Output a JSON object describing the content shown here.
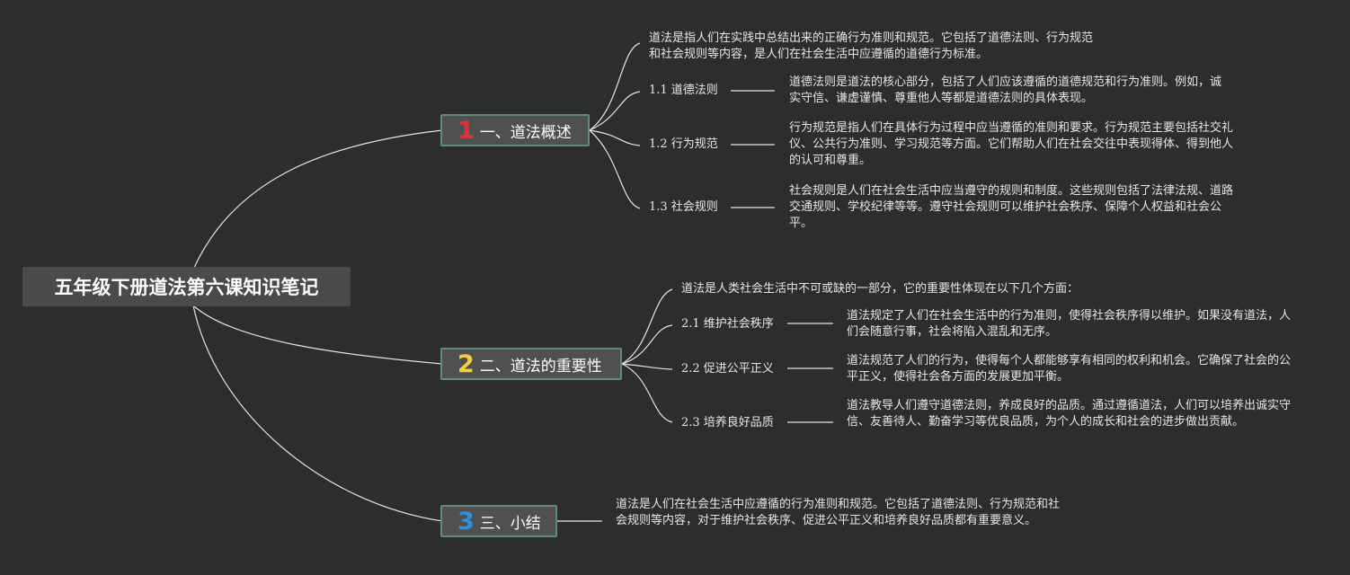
{
  "root": {
    "title": "五年级下册道法第六课知识笔记"
  },
  "branches": [
    {
      "num": "1",
      "num_color": "#e0323c",
      "label": "一、道法概述",
      "intro": "道法是指人们在实践中总结出来的正确行为准则和规范。它包括了道德法则、行为规范和社会规则等内容，是人们在社会生活中应遵循的道德行为标准。",
      "subs": [
        {
          "label": "1.1 道德法则",
          "text": "道德法则是道法的核心部分，包括了人们应该遵循的道德规范和行为准则。例如，诚实守信、谦虚谨慎、尊重他人等都是道德法则的具体表现。"
        },
        {
          "label": "1.2 行为规范",
          "text": "行为规范是指人们在具体行为过程中应当遵循的准则和要求。行为规范主要包括社交礼仪、公共行为准则、学习规范等方面。它们帮助人们在社会交往中表现得体、得到他人的认可和尊重。"
        },
        {
          "label": "1.3 社会规则",
          "text": "社会规则是人们在社会生活中应当遵守的规则和制度。这些规则包括了法律法规、道路交通规则、学校纪律等等。遵守社会规则可以维护社会秩序、保障个人权益和社会公平。"
        }
      ]
    },
    {
      "num": "2",
      "num_color": "#f2cd46",
      "label": "二、道法的重要性",
      "intro": "道法是人类社会生活中不可或缺的一部分，它的重要性体现在以下几个方面：",
      "subs": [
        {
          "label": "2.1 维护社会秩序",
          "text": "道法规定了人们在社会生活中的行为准则，使得社会秩序得以维护。如果没有道法，人们会随意行事，社会将陷入混乱和无序。"
        },
        {
          "label": "2.2 促进公平正义",
          "text": "道法规范了人们的行为，使得每个人都能够享有相同的权利和机会。它确保了社会的公平正义，使得社会各方面的发展更加平衡。"
        },
        {
          "label": "2.3 培养良好品质",
          "text": "道法教导人们遵守道德法则，养成良好的品质。通过遵循道法，人们可以培养出诚实守信、友善待人、勤奋学习等优良品质，为个人的成长和社会的进步做出贡献。"
        }
      ]
    },
    {
      "num": "3",
      "num_color": "#2f8fd8",
      "label": "三、小结",
      "intro": "道法是人们在社会生活中应遵循的行为准则和规范。它包括了道德法则、行为规范和社会规则等内容，对于维护社会秩序、促进公平正义和培养良好品质都有重要意义。",
      "subs": []
    }
  ]
}
